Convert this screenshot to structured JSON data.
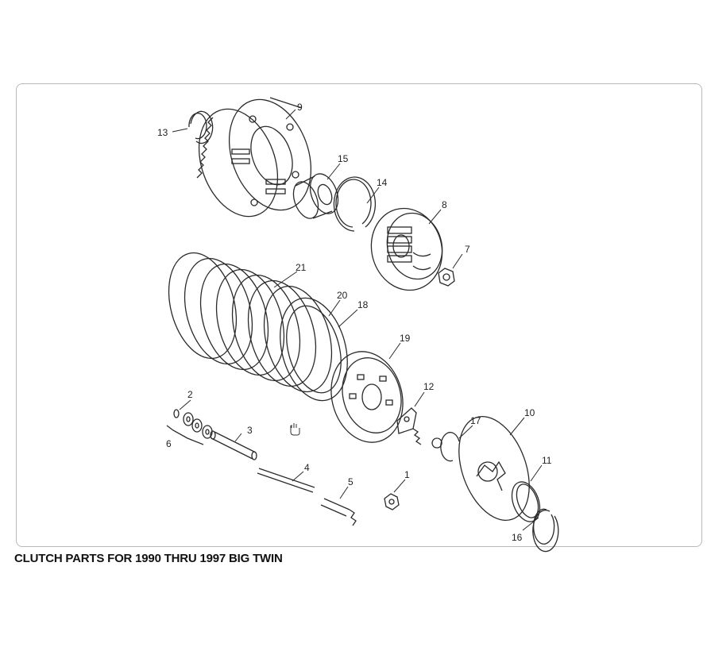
{
  "caption": "CLUTCH PARTS FOR 1990 THRU 1997 BIG TWIN",
  "callouts": [
    "13",
    "9",
    "15",
    "14",
    "8",
    "7",
    "21",
    "20",
    "18",
    "19",
    "12",
    "2",
    "6",
    "3",
    "17",
    "10",
    "11",
    "4",
    "5",
    "1",
    "16"
  ],
  "colors": {
    "line": "#2a2a2a",
    "frame": "#b9b9b9",
    "text": "#111111"
  }
}
